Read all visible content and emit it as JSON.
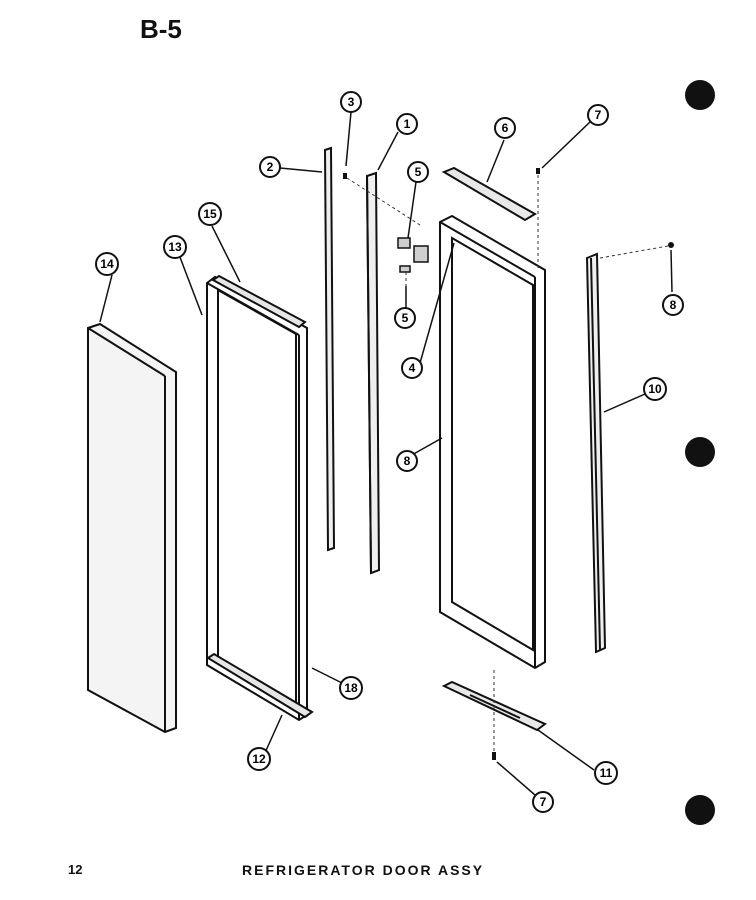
{
  "page_code": "B-5",
  "page_number": "12",
  "title": "REFRIGERATOR DOOR ASSY",
  "callouts": {
    "c1": "1",
    "c2": "2",
    "c3": "3",
    "c4": "4",
    "c5a": "5",
    "c5b": "5",
    "c6": "6",
    "c7a": "7",
    "c7b": "7",
    "c8": "8",
    "c9": "8",
    "c10": "10",
    "c11": "11",
    "c12": "12",
    "c13": "13",
    "c14": "14",
    "c15": "15",
    "c18": "18"
  }
}
